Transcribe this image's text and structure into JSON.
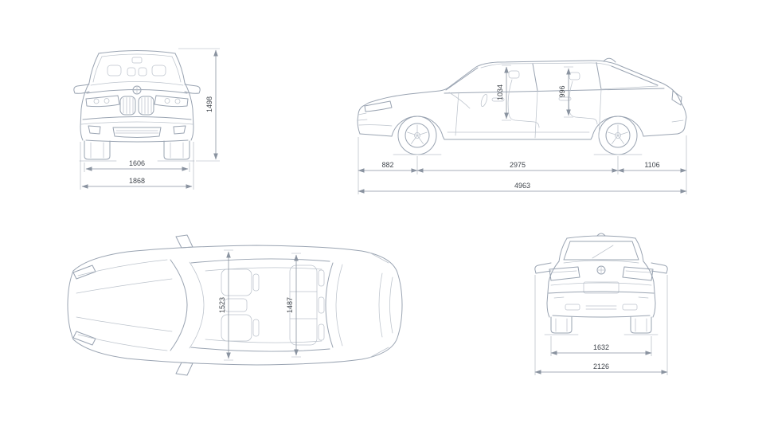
{
  "diagram": {
    "colors": {
      "car_line": "#9aa4b2",
      "car_line_light": "#bcc3cc",
      "dim_line": "#8a93a0",
      "dim_text": "#41464d",
      "background": "#ffffff"
    },
    "front_view": {
      "height": "1498",
      "track_width": "1606",
      "overall_width": "1868"
    },
    "side_view": {
      "interior_height_front": "1034",
      "interior_height_rear": "996",
      "front_overhang": "882",
      "wheelbase": "2975",
      "rear_overhang": "1106",
      "overall_length": "4963"
    },
    "top_view": {
      "interior_width_front": "1523",
      "interior_width_rear": "1487"
    },
    "rear_view": {
      "track_width": "1632",
      "overall_width_mirrors": "2126"
    }
  }
}
